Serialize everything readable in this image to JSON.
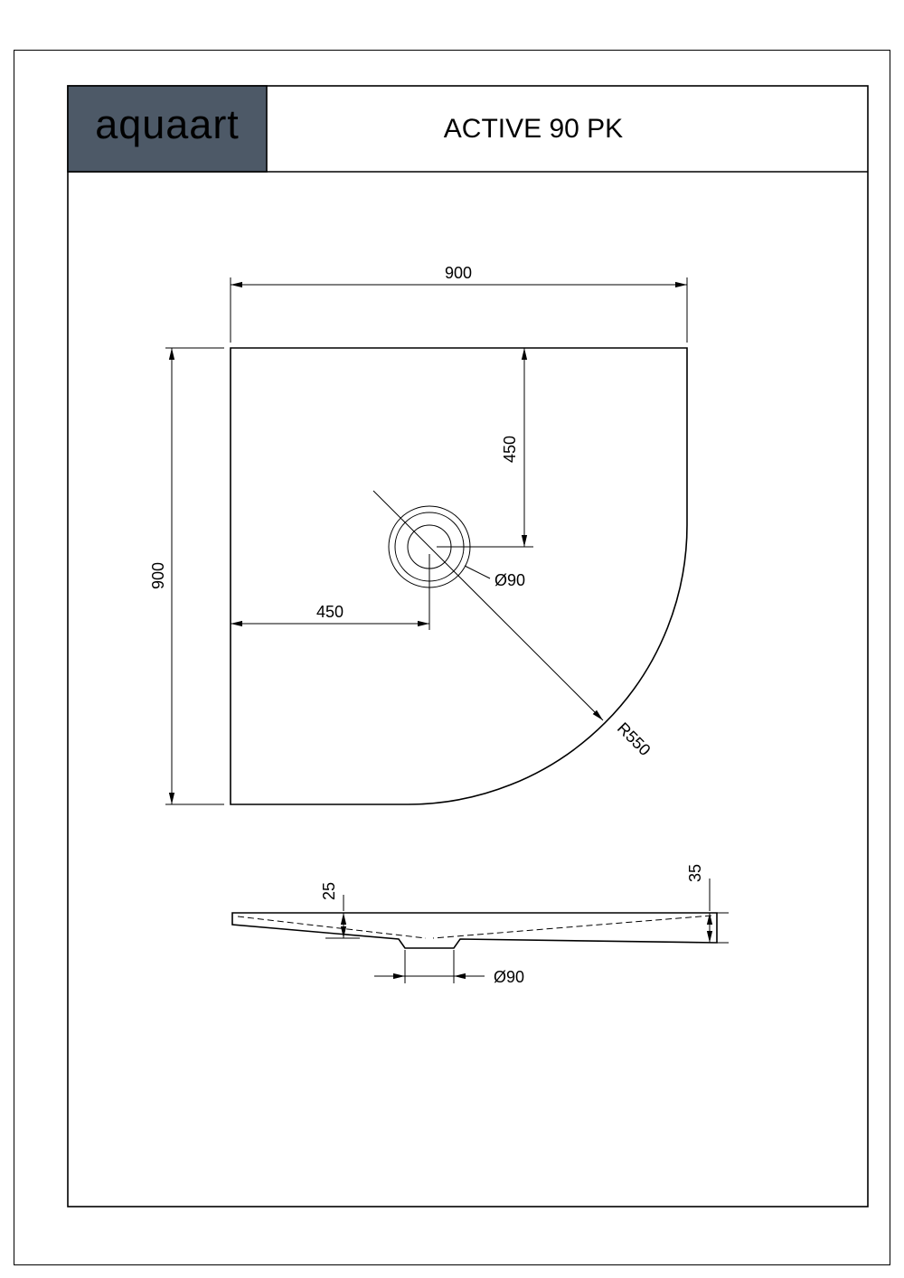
{
  "header": {
    "logo_text": "aquaart",
    "title": "ACTIVE 90 PK"
  },
  "colors": {
    "logo_box_bg": "#4d5967",
    "logo_text_color": "#b8c6a2"
  },
  "plan_view": {
    "width_label": "900",
    "height_label": "900",
    "drain_offset_vertical_label": "450",
    "drain_offset_horizontal_label": "450",
    "drain_diameter_label": "Ø90",
    "corner_radius_label": "R550"
  },
  "section_view": {
    "min_thickness_label": "25",
    "edge_height_label": "35",
    "drain_diameter_label": "Ø90"
  }
}
